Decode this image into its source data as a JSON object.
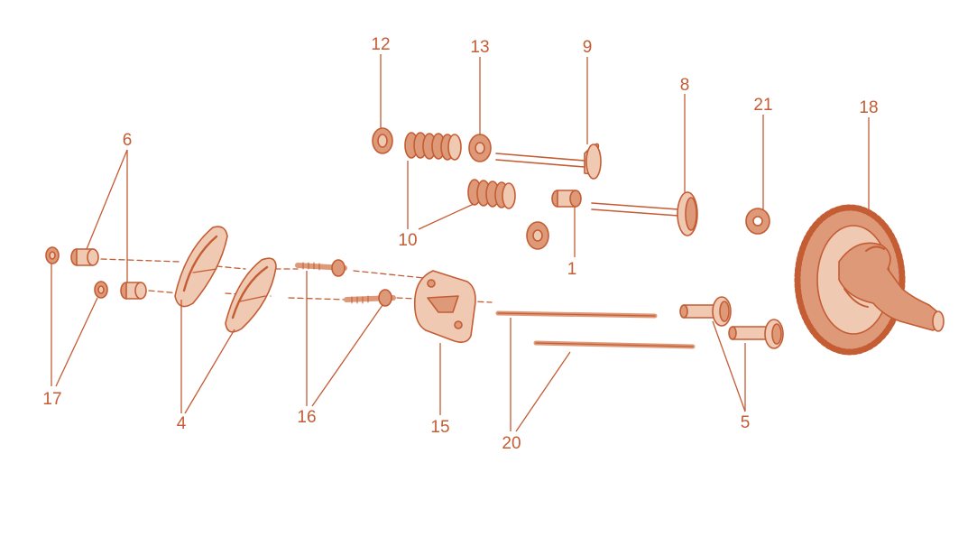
{
  "colors": {
    "ink": "#c45c34",
    "fill_light": "#f0c9b3",
    "fill_mid": "#de9a78",
    "label": "#c45c34"
  },
  "labels": {
    "l1": "1",
    "l4": "4",
    "l5": "5",
    "l6": "6",
    "l8": "8",
    "l9": "9",
    "l10": "10",
    "l12": "12",
    "l13": "13",
    "l15": "15",
    "l16": "16",
    "l17": "17",
    "l18": "18",
    "l20": "20",
    "l21": "21"
  }
}
